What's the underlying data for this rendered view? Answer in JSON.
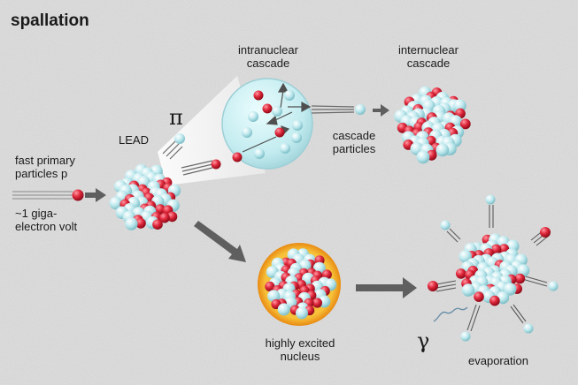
{
  "title": "spallation",
  "labels": {
    "fast_primary": [
      "fast primary",
      "particles p"
    ],
    "energy": [
      "~1 giga-",
      "electron volt"
    ],
    "lead": "LEAD",
    "pi": "π",
    "intranuclear": [
      "intranuclear",
      "cascade"
    ],
    "internuclear": [
      "internuclear",
      "cascade"
    ],
    "cascade_particles": [
      "cascade",
      "particles"
    ],
    "excited": [
      "highly excited",
      "nucleus"
    ],
    "gamma": "γ",
    "evaporation": "evaporation"
  },
  "colors": {
    "background": "#dcdcdc",
    "proton": "#e0283c",
    "neutron": "#bfe9ee",
    "arrow": "#5f5f5f",
    "excited_glow": "#f3a21b",
    "magnifier": "#c8eef1"
  }
}
